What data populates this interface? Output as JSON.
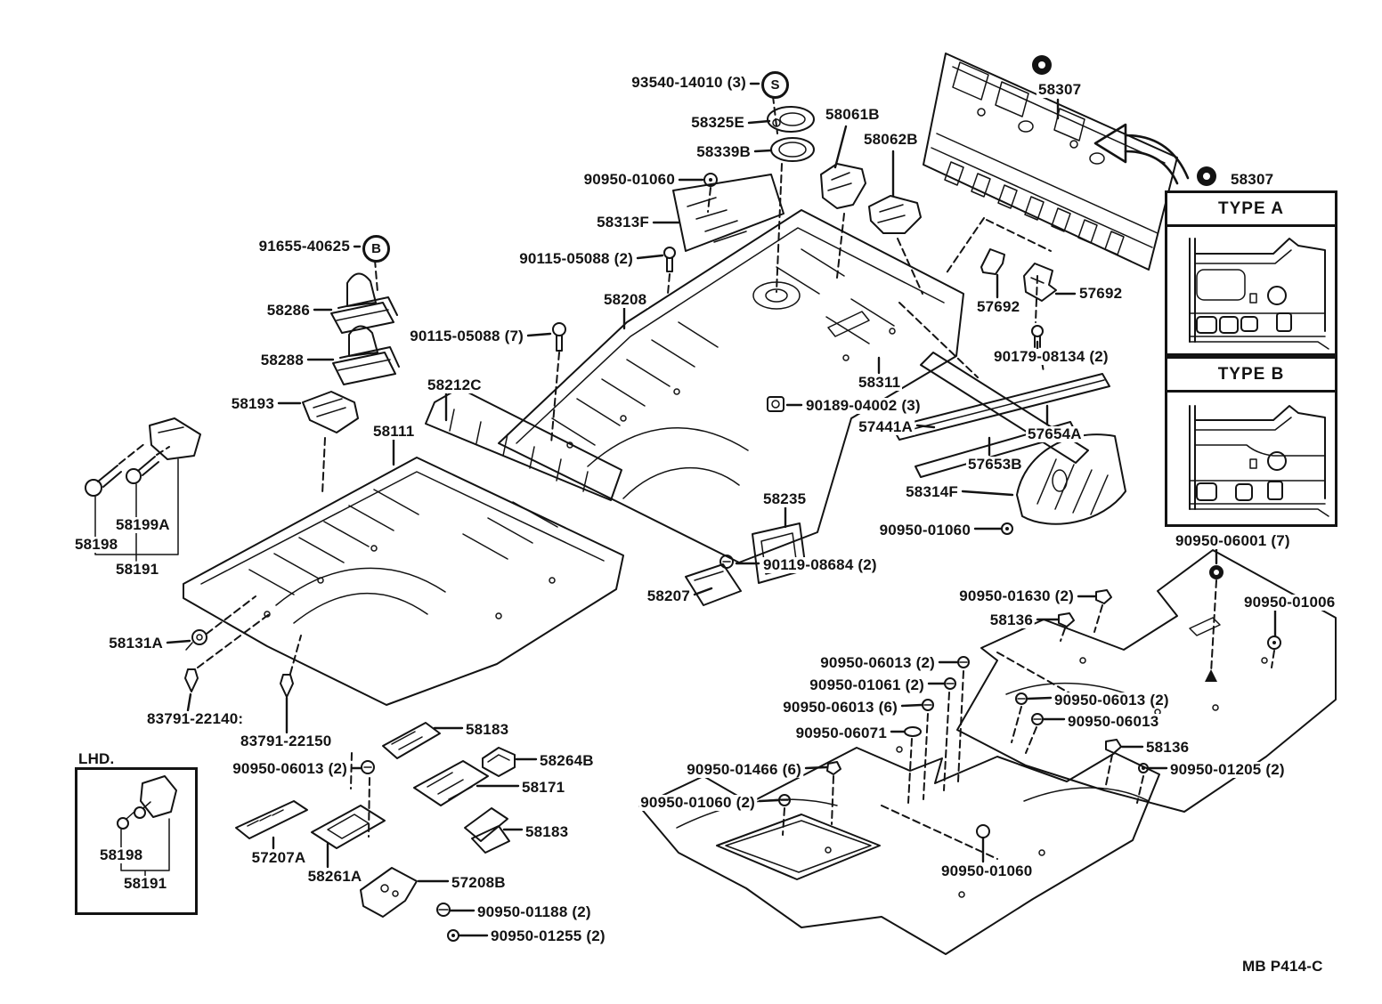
{
  "diagram": {
    "plate_code": "MB  P414-C",
    "symbols": {
      "s": "S",
      "b": "B"
    },
    "insets": {
      "type_a_title": "TYPE A",
      "type_b_title": "TYPE B",
      "grommet_label": "58307",
      "lhd_title": "LHD."
    },
    "labels": [
      {
        "text": "93540-14010 (3)"
      },
      {
        "text": "58325E"
      },
      {
        "text": "58339B"
      },
      {
        "text": "90950-01060"
      },
      {
        "text": "58313F"
      },
      {
        "text": "90115-05088 (2)"
      },
      {
        "text": "58061B"
      },
      {
        "text": "58062B"
      },
      {
        "text": "58307"
      },
      {
        "text": "58307"
      },
      {
        "text": "90950-06001 (7)"
      },
      {
        "text": "91655-40625"
      },
      {
        "text": "58286"
      },
      {
        "text": "58288"
      },
      {
        "text": "58193"
      },
      {
        "text": "58111"
      },
      {
        "text": "58212C"
      },
      {
        "text": "58208"
      },
      {
        "text": "90115-05088 (7)"
      },
      {
        "text": "58311"
      },
      {
        "text": "90189-04002 (3)"
      },
      {
        "text": "57441A"
      },
      {
        "text": "57692"
      },
      {
        "text": "57692"
      },
      {
        "text": "90179-08134 (2)"
      },
      {
        "text": "57654A"
      },
      {
        "text": "57653B"
      },
      {
        "text": "58314F"
      },
      {
        "text": "90950-01060"
      },
      {
        "text": "58235"
      },
      {
        "text": "90119-08684 (2)"
      },
      {
        "text": "58207"
      },
      {
        "text": "58131A"
      },
      {
        "text": "83791-22140:"
      },
      {
        "text": "83791-22150"
      },
      {
        "text": "90950-06013 (2)"
      },
      {
        "text": "58183"
      },
      {
        "text": "58264B"
      },
      {
        "text": "58171"
      },
      {
        "text": "58183"
      },
      {
        "text": "57207A"
      },
      {
        "text": "58261A"
      },
      {
        "text": "57208B"
      },
      {
        "text": "90950-01188 (2)"
      },
      {
        "text": "90950-01255 (2)"
      },
      {
        "text": "90950-01630 (2)"
      },
      {
        "text": "58136"
      },
      {
        "text": "90950-06013 (2)"
      },
      {
        "text": "90950-01061 (2)"
      },
      {
        "text": "90950-06013 (6)"
      },
      {
        "text": "90950-06071"
      },
      {
        "text": "90950-06013 (2)"
      },
      {
        "text": "90950-06013"
      },
      {
        "text": "58136"
      },
      {
        "text": "90950-01205 (2)"
      },
      {
        "text": "90950-01006"
      },
      {
        "text": "90950-01466 (6)"
      },
      {
        "text": "90950-01060 (2)"
      },
      {
        "text": "90950-01060"
      },
      {
        "text": "MB  P414-C"
      },
      {
        "text": "LHD."
      },
      {
        "text": "58198"
      },
      {
        "text": "58199A"
      },
      {
        "text": "58191"
      },
      {
        "text": "58198"
      },
      {
        "text": "58191"
      }
    ]
  }
}
